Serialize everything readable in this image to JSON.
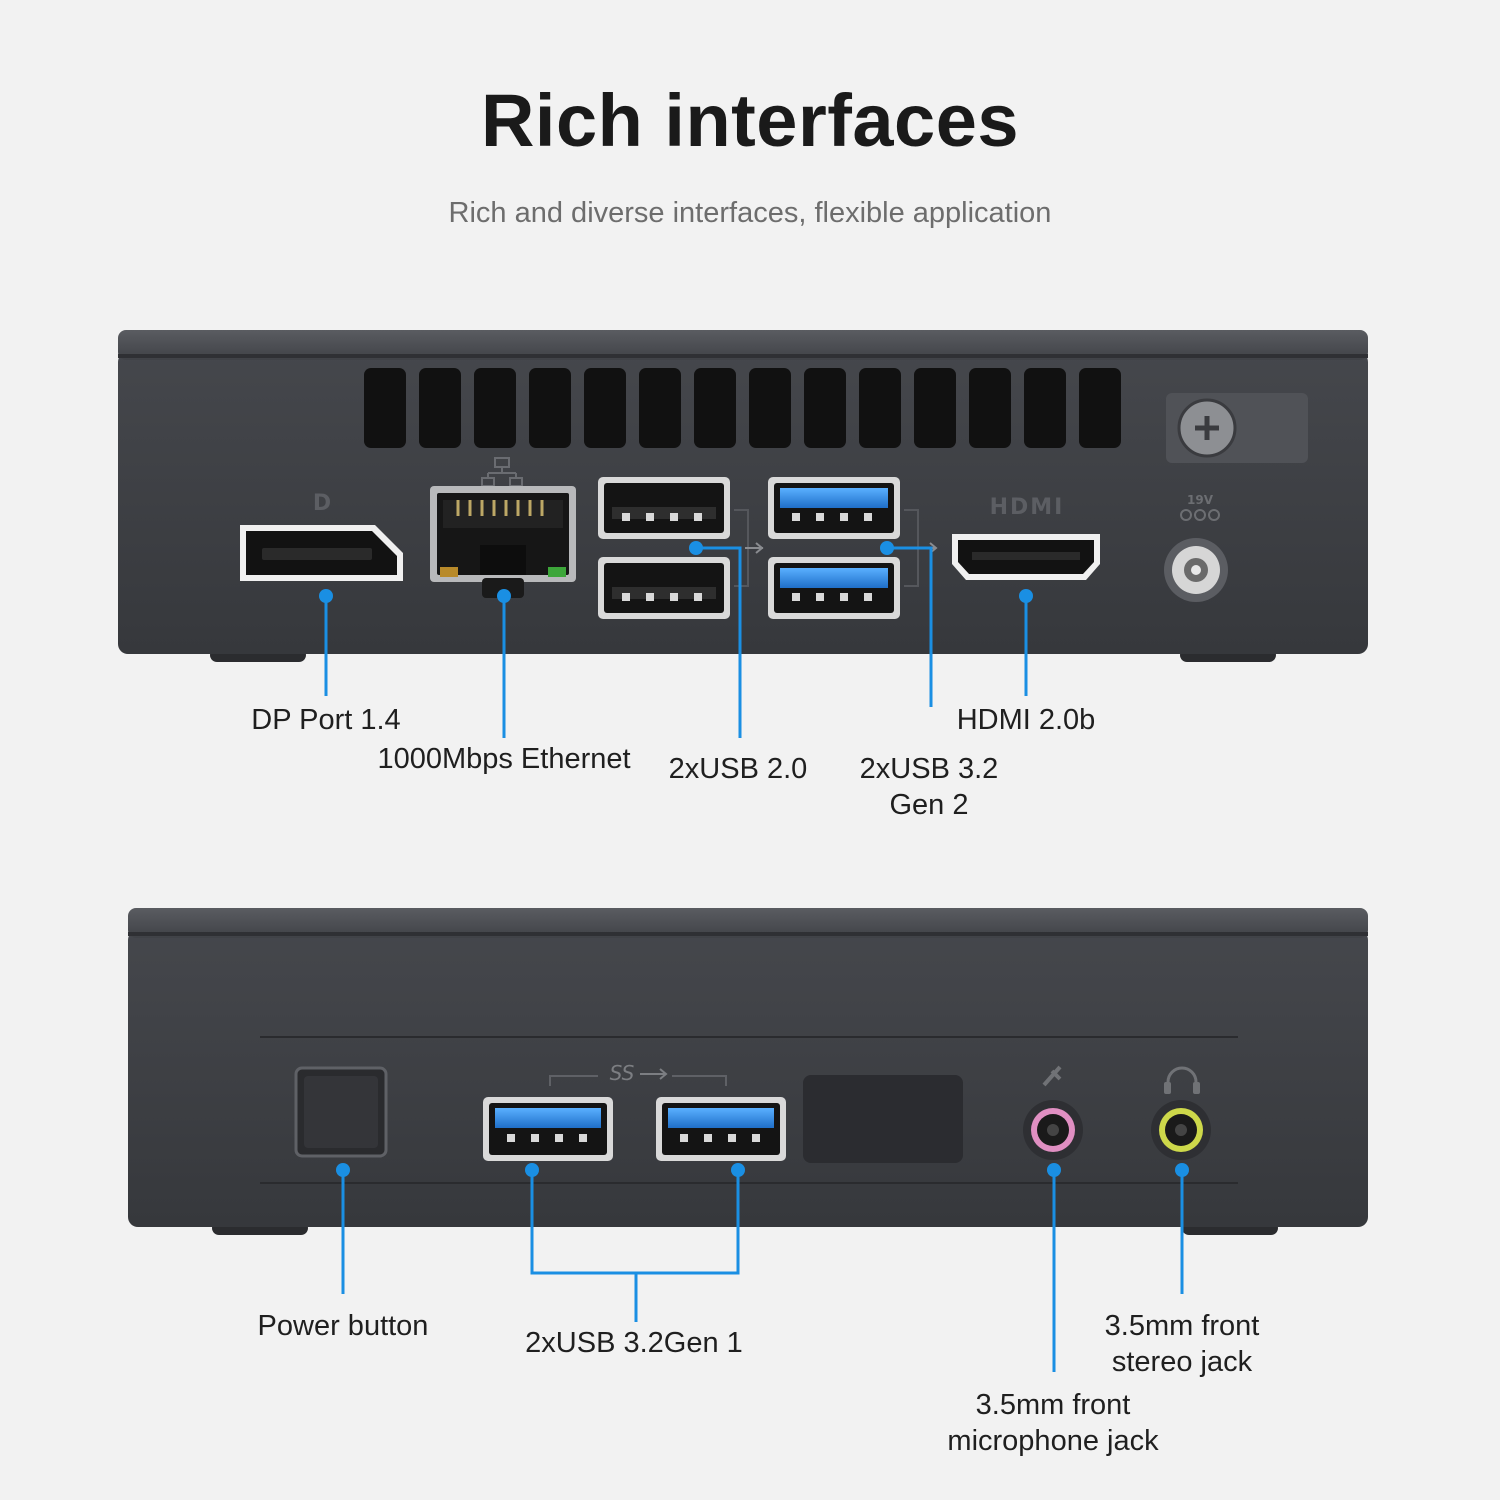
{
  "header": {
    "title": "Rich interfaces",
    "subtitle": "Rich and diverse interfaces, flexible application"
  },
  "rear_panel": {
    "labels": {
      "dp": "DP Port 1.4",
      "ethernet": "1000Mbps Ethernet",
      "usb2": "2xUSB 2.0",
      "usb32g2_line1": "2xUSB 3.2",
      "usb32g2_line2": "Gen 2",
      "hdmi": "HDMI 2.0b"
    },
    "port_marks": {
      "hdmi_logo": "HDMI",
      "power_rating": "19V"
    }
  },
  "front_panel": {
    "labels": {
      "power": "Power button",
      "usb32g1": "2xUSB 3.2Gen 1",
      "stereo_line1": "3.5mm front",
      "stereo_line2": "stereo jack",
      "mic_line1": "3.5mm front",
      "mic_line2": "microphone jack"
    },
    "port_marks": {
      "ss_logo": "SS"
    }
  },
  "colors": {
    "accent": "#1a8fe3",
    "chassis": "#3b3d42",
    "chassis_top": "#4a4c51",
    "usb3_blue": "#2a7fd6"
  }
}
